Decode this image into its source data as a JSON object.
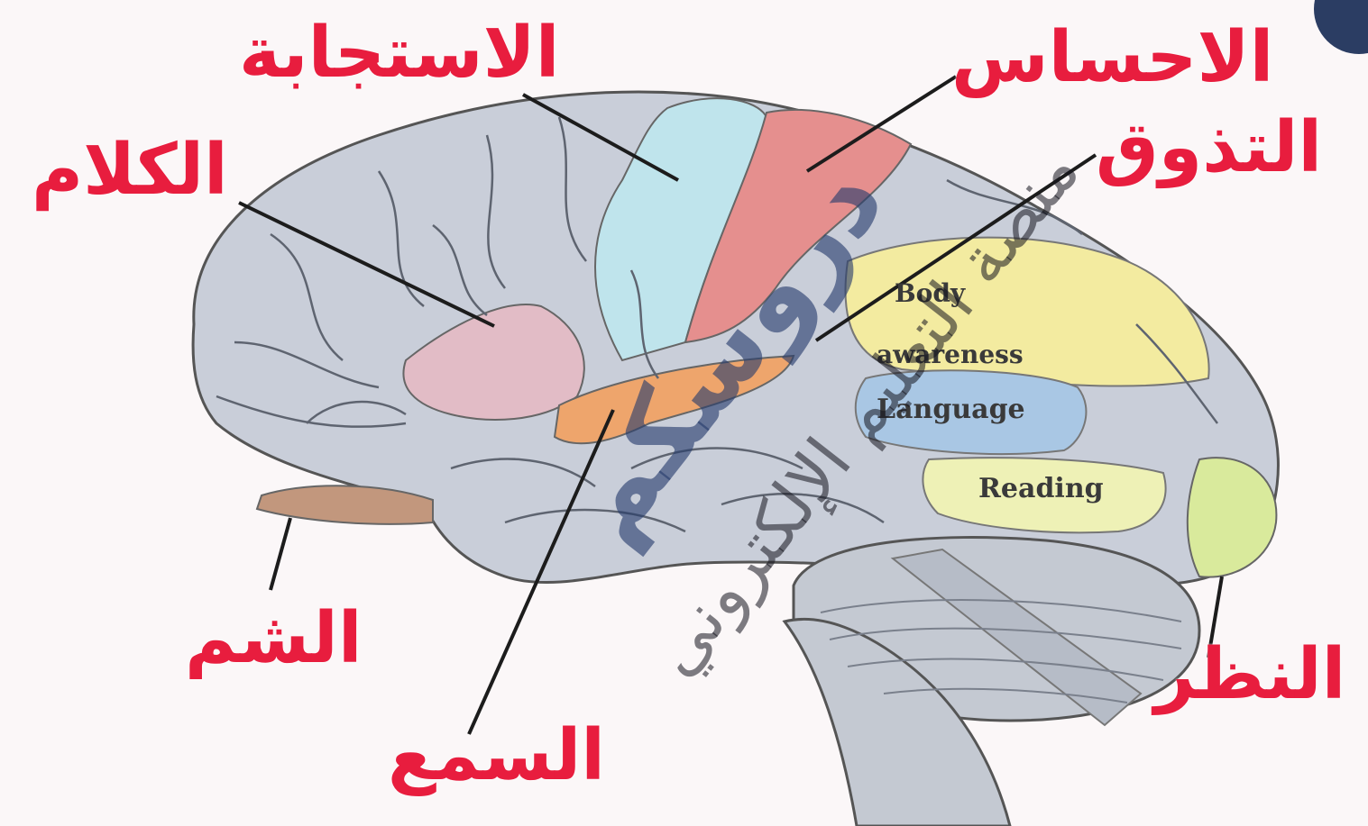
{
  "labels_ar": {
    "response": "الاستجابة",
    "speech": "الكلام",
    "sensation": "الاحساس",
    "taste": "التذوق",
    "smell": "الشم",
    "hearing": "السمع",
    "vision": "النظر"
  },
  "labels_en": {
    "body_awareness_line1": "Body",
    "body_awareness_line2": "awareness",
    "language": "Language",
    "reading": "Reading"
  },
  "watermark": {
    "main": "دروسكم",
    "sub": "منصة التعليم الإلكتروني"
  },
  "colors": {
    "label_red": "#e81d3e",
    "brain_gray": "#c9ced9",
    "motor_cyan": "#bfe4ec",
    "sensory_red": "#e58f8e",
    "speech_pink": "#e2bcc6",
    "hearing_orange": "#eea56c",
    "smell_brown": "#c2977d",
    "body_awareness_yellow": "#f3eba0",
    "language_blue": "#a9c7e4",
    "vision_green": "#d9ea9c",
    "watermark_blue": "#263c6c"
  }
}
